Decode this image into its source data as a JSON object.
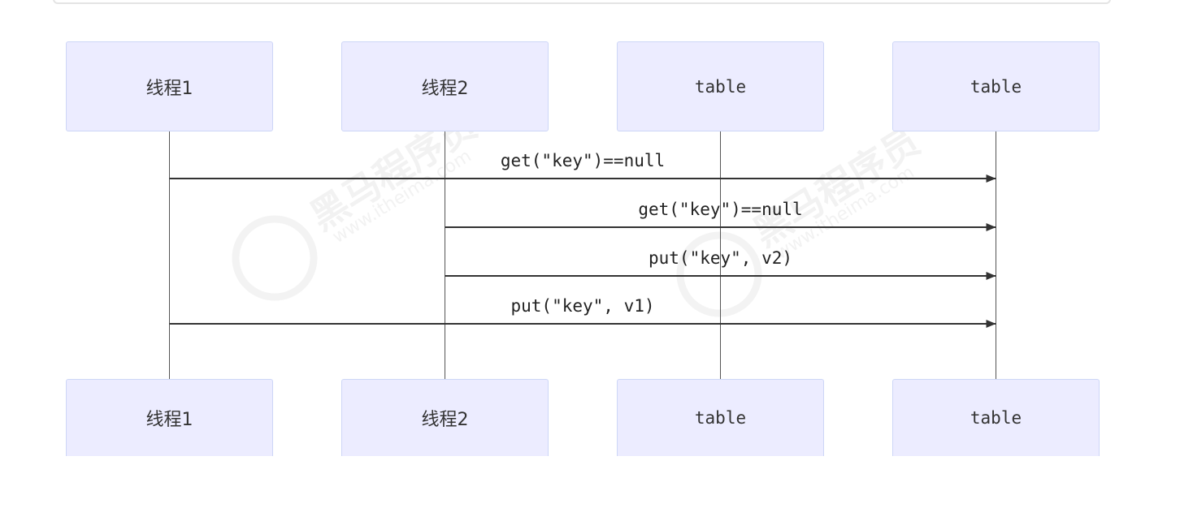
{
  "participants": [
    {
      "id": "t1",
      "label": "线程1"
    },
    {
      "id": "t2",
      "label": "线程2"
    },
    {
      "id": "tb1",
      "label": "table"
    },
    {
      "id": "tb2",
      "label": "table"
    }
  ],
  "messages": [
    {
      "from": "t1",
      "to": "tb2",
      "text": "get(\"key\")==null"
    },
    {
      "from": "t2",
      "to": "tb2",
      "text": "get(\"key\")==null"
    },
    {
      "from": "t2",
      "to": "tb2",
      "text": "put(\"key\", v2)"
    },
    {
      "from": "t1",
      "to": "tb2",
      "text": "put(\"key\", v1)"
    }
  ],
  "watermark": {
    "brand": "黑马程序员",
    "site": "www.itheima.com"
  },
  "colors": {
    "actor_fill": "#ECECFF",
    "actor_border": "#cdd6f7",
    "line": "#333333",
    "lifeline": "#555555"
  }
}
